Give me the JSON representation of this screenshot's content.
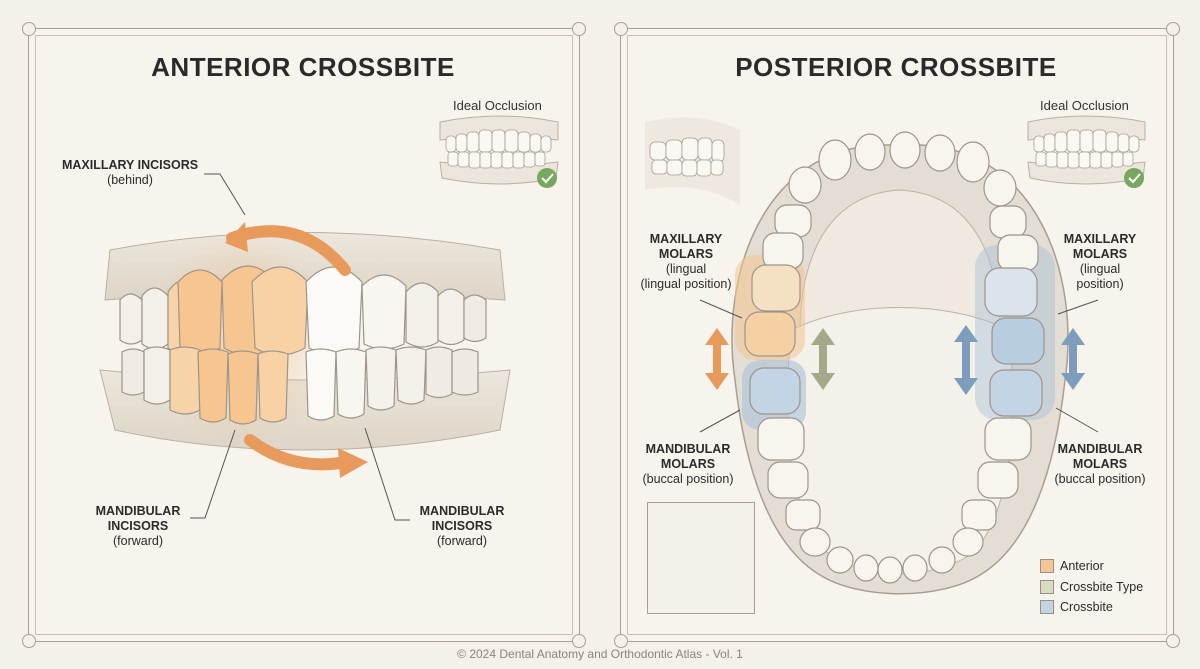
{
  "left_panel": {
    "title": "ANTERIOR CROSSBITE",
    "ideal": "Ideal Occlusion",
    "label_max": {
      "title": "MAXILLARY INCISORS",
      "sub": "(behind)"
    },
    "label_mand_left": {
      "title1": "MANDIBULAR",
      "title2": "INCISORS",
      "sub": "(forward)"
    },
    "label_mand_right": {
      "title1": "MANDIBULAR",
      "title2": "INCISORS",
      "sub": "(forward)"
    }
  },
  "right_panel": {
    "title": "POSTERIOR CROSSBITE",
    "ideal": "Ideal Occlusion",
    "label_max_left": {
      "title1": "MAXILLARY",
      "title2": "MOLARS",
      "sub1": "(lingual",
      "sub2": "(lingual position)"
    },
    "label_max_right": {
      "title1": "MAXILLARY",
      "title2": "MOLARS",
      "sub1": "(lingual",
      "sub2": "position)"
    },
    "label_mand_left": {
      "title1": "MANDIBULAR",
      "title2": "MOLARS",
      "sub": "(buccal position)"
    },
    "label_mand_right": {
      "title1": "MANDIBULAR",
      "title2": "MOLARS",
      "sub": "(buccal position)"
    }
  },
  "legend": [
    {
      "label": "Anterior",
      "color": "#f2c696"
    },
    {
      "label": "Crossbite Type",
      "color": "#d9dcc4"
    },
    {
      "label": "Crossbite",
      "color": "#c5d4e2"
    }
  ],
  "colors": {
    "orange_highlight": "#f4b574",
    "blue_highlight": "#a9c1d8",
    "arrow_orange": "#e89a5c",
    "arrow_olive": "#a6a88a",
    "arrow_blue": "#7e9cbb",
    "check_green": "#78a860"
  },
  "footer": "© 2024 Dental Anatomy and Orthodontic Atlas - Vol. 1"
}
